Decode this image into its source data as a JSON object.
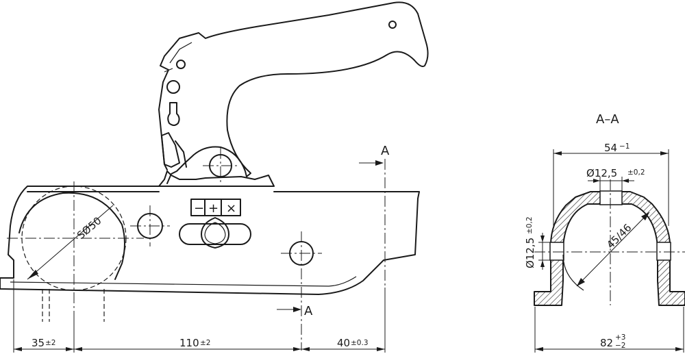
{
  "side_view": {
    "symbols": {
      "minus": "−",
      "plus": "+",
      "times": "×"
    },
    "ball_diameter": "SØ50",
    "section_marker": "A",
    "dimensions": [
      {
        "value": "35",
        "tolerance": "±2"
      },
      {
        "value": "110",
        "tolerance": "±2"
      },
      {
        "value": "40",
        "tolerance": "±0.3"
      }
    ]
  },
  "section_view": {
    "title": "A–A",
    "width_top": {
      "value": "54",
      "tolerance": "−1"
    },
    "hole_top": {
      "value": "Ø12,5",
      "tolerance": "±0,2"
    },
    "hole_side": {
      "value": "Ø12,5",
      "tolerance": "±0,2"
    },
    "inner_diameter": "45/46",
    "width_bottom": {
      "value": "82",
      "tolerance_upper": "+3",
      "tolerance_lower": "−2"
    }
  }
}
